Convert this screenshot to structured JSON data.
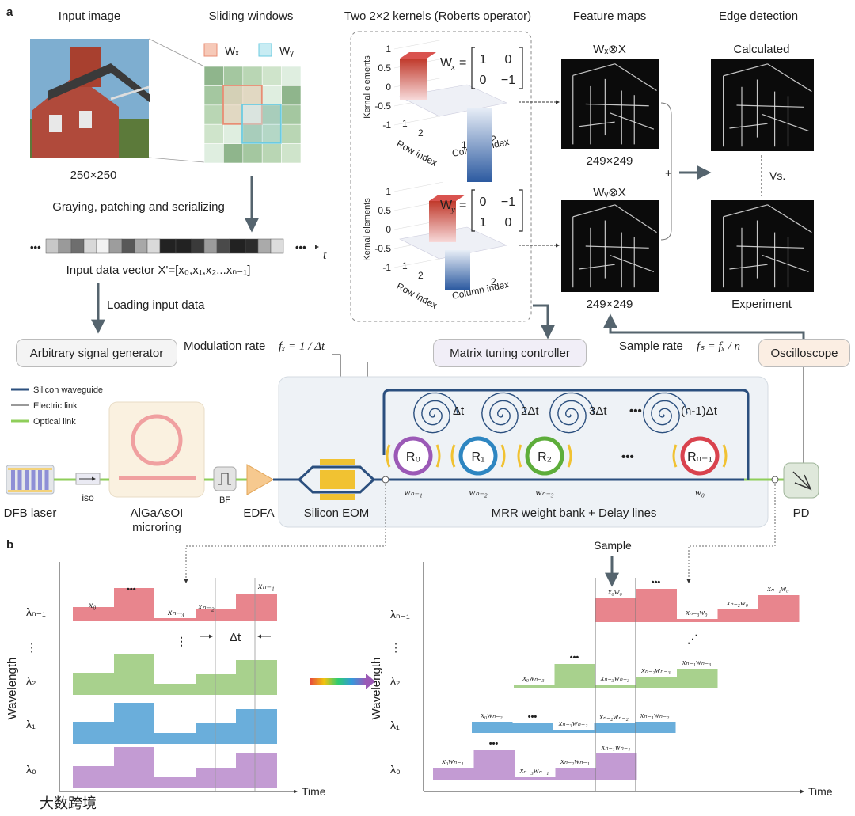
{
  "panel_labels": {
    "a": "a",
    "b": "b"
  },
  "section_a": {
    "input_image": {
      "title": "Input image",
      "size": "250×250"
    },
    "sliding_windows": {
      "title": "Sliding windows",
      "wx": "Wₓ",
      "wy": "Wᵧ"
    },
    "kernels": {
      "title": "Two 2×2 kernels (Roberts operator)",
      "zlabel": "Kernal elements",
      "xlabel": "Column index",
      "ylabel": "Row index",
      "zticks": [
        "1",
        "0.5",
        "0",
        "-0.5",
        "-1"
      ],
      "idx": [
        "1",
        "2"
      ],
      "wx": {
        "label": "W",
        "sub": "x",
        "matrix": [
          [
            "1",
            "0"
          ],
          [
            "0",
            "−1"
          ]
        ]
      },
      "wy": {
        "label": "W",
        "sub": "y",
        "matrix": [
          [
            "0",
            "−1"
          ],
          [
            "1",
            "0"
          ]
        ]
      }
    },
    "feature_maps": {
      "title": "Feature maps",
      "top": "Wₓ⊗X",
      "bottom": "Wᵧ⊗X",
      "size_top": "249×249",
      "size_bottom": "249×249"
    },
    "edge_detection": {
      "title": "Edge detection",
      "calculated": "Calculated",
      "experiment": "Experiment",
      "vs": "Vs.",
      "plus": "+"
    },
    "serialize_label": "Graying, patching and serializing",
    "vector_label": "Input data vector X'=[x₀,x₁,x₂...xₙ₋₁]",
    "t_axis": "t",
    "dots": "•••",
    "loading_label": "Loading input data",
    "asg": "Arbitrary signal generator",
    "modulation_rate": "Modulation rate",
    "modulation_eq": "fₓ = 1 / Δt",
    "matrix_tuning": "Matrix tuning controller",
    "sample_rate": "Sample rate",
    "sample_eq": "fₛ = fₓ / n",
    "oscilloscope": "Oscilloscope",
    "legend": [
      {
        "label": "Silicon waveguide",
        "color": "#2b4f7e"
      },
      {
        "label": "Electric link",
        "color": "#333333"
      },
      {
        "label": "Optical link",
        "color": "#8fce5a"
      }
    ],
    "components": {
      "dfb": "DFB laser",
      "iso": "iso",
      "microring": "AlGaAsOI\nmicroring",
      "bf": "BF",
      "edfa": "EDFA",
      "eom": "Silicon EOM",
      "bank": "MRR weight bank + Delay lines",
      "pd": "PD"
    },
    "delays": [
      "Δt",
      "2Δt",
      "3Δt",
      "•••",
      "(n-1)Δt"
    ],
    "rings": [
      {
        "label": "R₀",
        "weight": "wₙ₋₁",
        "color": "#9b59b6"
      },
      {
        "label": "R₁",
        "weight": "wₙ₋₂",
        "color": "#2e86c1"
      },
      {
        "label": "R₂",
        "weight": "wₙ₋₃",
        "color": "#5dad3a"
      },
      {
        "label": "Rₙ₋₁",
        "weight": "w₀",
        "color": "#d9434e"
      }
    ],
    "ring_dots": "•••"
  },
  "section_b": {
    "left": {
      "ylabel": "Wavelength",
      "xlabel": "Time",
      "delta": "Δt",
      "wavelengths": [
        "λₙ₋₁",
        "⋮",
        "λ₂",
        "λ₁",
        "λ₀"
      ],
      "labels": [
        "x₀",
        "•••",
        "xₙ₋₃",
        "xₙ₋₂",
        "xₙ₋₁"
      ]
    },
    "right": {
      "ylabel": "Wavelength",
      "xlabel": "Time",
      "sample": "Sample",
      "wavelengths": [
        "λₙ₋₁",
        "⋮",
        "λ₂",
        "λ₁",
        "λ₀"
      ],
      "row_n1": [
        "x₀w₀",
        "•••",
        "xₙ₋₃w₀",
        "xₙ₋₂w₀",
        "xₙ₋₁w₀"
      ],
      "row_2": [
        "x₀wₙ₋₃",
        "•••",
        "xₙ₋₃wₙ₋₃",
        "xₙ₋₂wₙ₋₃",
        "xₙ₋₁wₙ₋₃"
      ],
      "row_1": [
        "x₀wₙ₋₂",
        "•••",
        "xₙ₋₃wₙ₋₂",
        "xₙ₋₂wₙ₋₂",
        "xₙ₋₁wₙ₋₂"
      ],
      "row_0": [
        "x₀wₙ₋₁",
        "•••",
        "xₙ₋₃wₙ₋₁",
        "xₙ₋₂wₙ₋₁",
        "xₙ₋₁wₙ₋₁"
      ]
    },
    "colors": {
      "red": "#e8858d",
      "green": "#a8d18d",
      "blue": "#6aaedb",
      "purple": "#c39bd3"
    }
  },
  "watermark": "大数跨境"
}
